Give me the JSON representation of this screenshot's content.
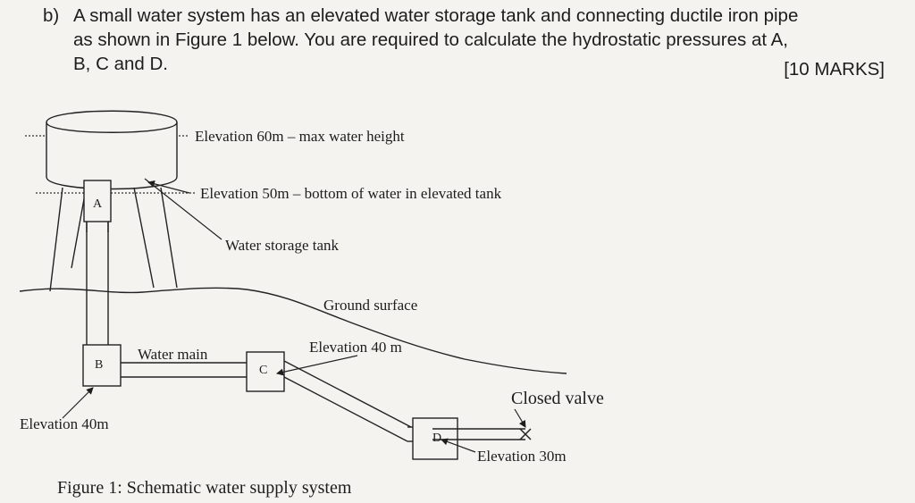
{
  "question": {
    "part": "b)",
    "lines": [
      "A small water system has an elevated water storage tank and connecting ductile iron pipe",
      "as shown in Figure 1 below. You are required to calculate the hydrostatic pressures at A,",
      "B, C and D."
    ],
    "marks": "[10 MARKS]"
  },
  "figure": {
    "labels": {
      "max_water": "Elevation 60m – max water height",
      "bottom_water": "Elevation 50m – bottom of water in elevated tank",
      "tank": "Water storage tank",
      "ground": "Ground surface",
      "water_main": "Water main",
      "elev_c": "Elevation 40 m",
      "elev_b": "Elevation 40m",
      "closed_valve": "Closed valve",
      "elev_d": "Elevation 30m"
    },
    "points": {
      "a": "A",
      "b": "B",
      "c": "C",
      "d": "D"
    },
    "caption": "Figure 1: Schematic water supply system"
  }
}
